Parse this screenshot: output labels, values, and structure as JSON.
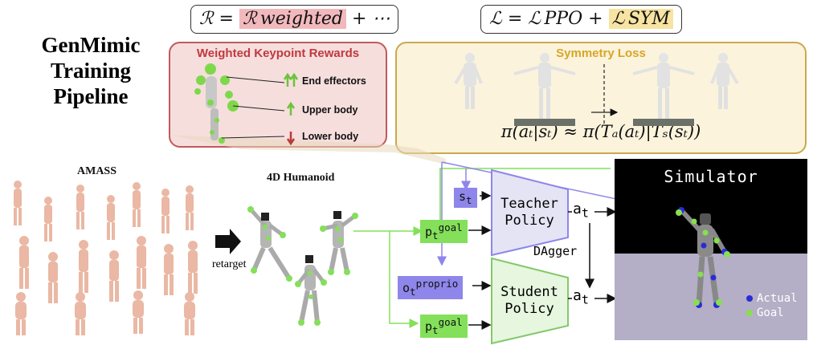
{
  "title_lines": [
    "GenMimic",
    "Training",
    "Pipeline"
  ],
  "reward_formula": {
    "lhs": "ℛ = ",
    "highlight": "ℛ weighted",
    "rhs": " + ⋯"
  },
  "loss_formula": {
    "lhs": "ℒ = ℒ PPO + ",
    "highlight": "ℒ SYM"
  },
  "weighted_rewards": {
    "title": "Weighted Keypoint Rewards",
    "items": [
      {
        "label": "End effectors",
        "weight": "high"
      },
      {
        "label": "Upper body",
        "weight": "medium"
      },
      {
        "label": "Lower body",
        "weight": "low"
      }
    ]
  },
  "symmetry_loss": {
    "title": "Symmetry Loss",
    "equation": "π(aₜ|sₜ) ≈ π(Tₐ(aₜ)|Tₛ(sₜ))"
  },
  "labels": {
    "amass": "AMASS",
    "humanoid": "4D Humanoid",
    "retarget": "retarget",
    "dagger": "DAgger",
    "simulator": "Simulator"
  },
  "tags": {
    "s_t": {
      "base": "s",
      "sub": "t"
    },
    "p_goal_top": {
      "base": "p",
      "sub": "t",
      "sup": "goal"
    },
    "o_proprio": {
      "base": "o",
      "sub": "t",
      "sup": "proprio"
    },
    "p_goal_bot": {
      "base": "p",
      "sub": "t",
      "sup": "goal"
    },
    "a_t_top": {
      "base": "a",
      "sub": "t"
    },
    "a_t_bot": {
      "base": "a",
      "sub": "t"
    }
  },
  "policies": {
    "teacher": [
      "Teacher",
      "Policy"
    ],
    "student": [
      "Student",
      "Policy"
    ]
  },
  "legend": [
    {
      "label": "Actual",
      "color": "#2a2bd8"
    },
    {
      "label": "Goal",
      "color": "#86e04f"
    }
  ],
  "colors": {
    "green": "#86e04f",
    "blue": "#8e86ea",
    "teacher_fill": "#e4e4f4",
    "student_fill": "#e6f6df",
    "reward_border": "#c0595d",
    "symmetry_border": "#c9a94c"
  }
}
